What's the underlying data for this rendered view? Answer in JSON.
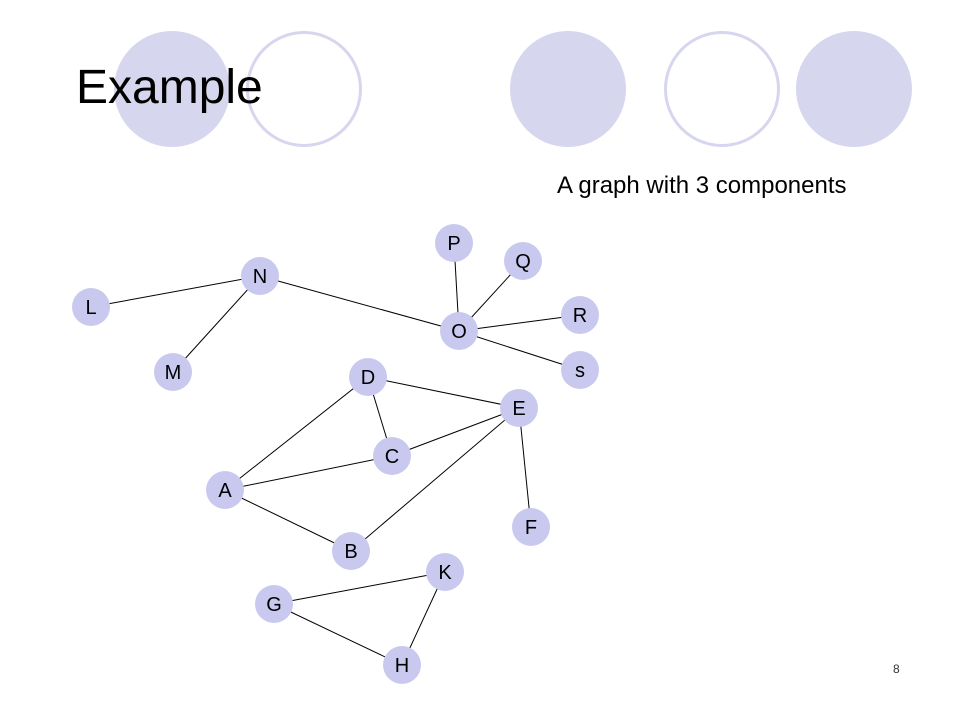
{
  "slide": {
    "title": "Example",
    "caption": "A graph with 3 components",
    "page_number": "8"
  },
  "colors": {
    "node_fill": "#c9c9ef",
    "decoration": "#d6d6ee",
    "edge": "#000000"
  },
  "graph": {
    "nodes": [
      {
        "id": "P",
        "label": "P"
      },
      {
        "id": "Q",
        "label": "Q"
      },
      {
        "id": "N",
        "label": "N"
      },
      {
        "id": "L",
        "label": "L"
      },
      {
        "id": "R",
        "label": "R"
      },
      {
        "id": "O",
        "label": "O"
      },
      {
        "id": "M",
        "label": "M"
      },
      {
        "id": "D",
        "label": "D"
      },
      {
        "id": "s",
        "label": "s"
      },
      {
        "id": "E",
        "label": "E"
      },
      {
        "id": "C",
        "label": "C"
      },
      {
        "id": "A",
        "label": "A"
      },
      {
        "id": "F",
        "label": "F"
      },
      {
        "id": "B",
        "label": "B"
      },
      {
        "id": "K",
        "label": "K"
      },
      {
        "id": "G",
        "label": "G"
      },
      {
        "id": "H",
        "label": "H"
      }
    ],
    "edges": [
      [
        "L",
        "N"
      ],
      [
        "N",
        "M"
      ],
      [
        "N",
        "O"
      ],
      [
        "O",
        "P"
      ],
      [
        "O",
        "Q"
      ],
      [
        "O",
        "R"
      ],
      [
        "O",
        "s"
      ],
      [
        "D",
        "A"
      ],
      [
        "D",
        "C"
      ],
      [
        "D",
        "E"
      ],
      [
        "A",
        "C"
      ],
      [
        "A",
        "B"
      ],
      [
        "C",
        "E"
      ],
      [
        "B",
        "E"
      ],
      [
        "E",
        "F"
      ],
      [
        "G",
        "K"
      ],
      [
        "G",
        "H"
      ],
      [
        "K",
        "H"
      ]
    ]
  }
}
